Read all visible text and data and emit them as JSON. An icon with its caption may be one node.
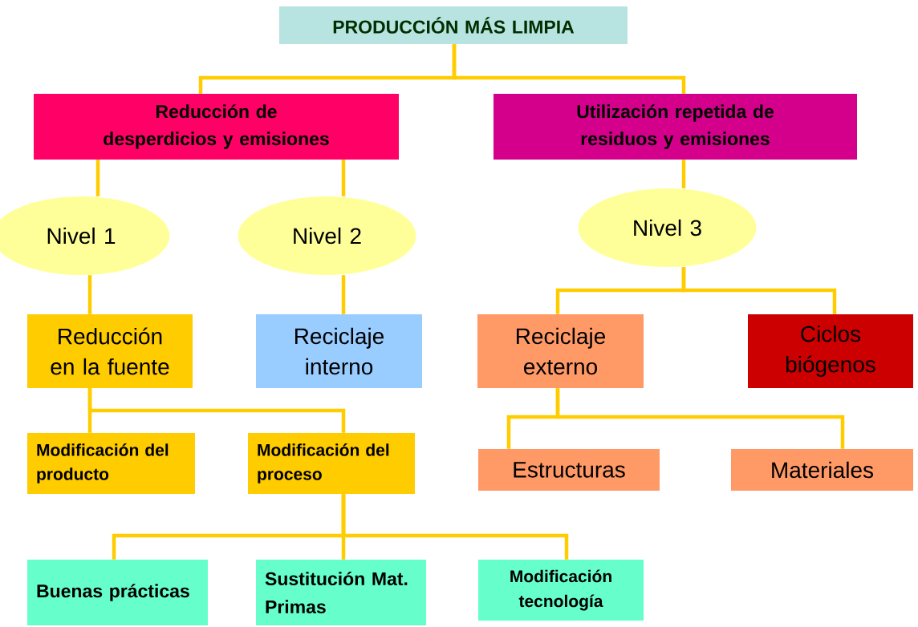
{
  "diagram": {
    "nodes": [
      {
        "text": [
          "PRODUCCIÓN MÁS LIMPIA"
        ]
      },
      {
        "text": [
          "Reducción de desperdicios y emisiones"
        ]
      },
      {
        "text": [
          "Utilización repetida de residuos y emisiones"
        ]
      },
      {
        "text": [
          "Nivel 1"
        ]
      },
      {
        "text": [
          "Nivel 2"
        ]
      },
      {
        "text": [
          "Nivel 3"
        ]
      },
      {
        "text": [
          "Reducción en la fuente"
        ]
      },
      {
        "text": [
          "Reciclaje interno"
        ]
      },
      {
        "text": [
          "Reciclaje externo"
        ]
      },
      {
        "text": [
          "Ciclos biógenos"
        ]
      },
      {
        "text": [
          "Modificación del producto"
        ]
      },
      {
        "text": [
          "Modificación del proceso"
        ]
      },
      {
        "text": [
          "Estructuras"
        ]
      },
      {
        "text": [
          "Materiales"
        ]
      },
      {
        "text": [
          "Buenas prácticas"
        ]
      },
      {
        "text": [
          "Sustitución Mat. Primas"
        ]
      },
      {
        "text": [
          "Modificación tecnología"
        ]
      }
    ],
    "edges": [
      {
        "from": 0,
        "to": 1,
        "arrow": "none"
      },
      {
        "from": 0,
        "to": 2,
        "arrow": "none"
      },
      {
        "from": 1,
        "to": 3,
        "arrow": "none"
      },
      {
        "from": 1,
        "to": 4,
        "arrow": "none"
      },
      {
        "from": 2,
        "to": 5,
        "arrow": "none"
      },
      {
        "from": 3,
        "to": 6,
        "arrow": "none"
      },
      {
        "from": 4,
        "to": 7,
        "arrow": "none"
      },
      {
        "from": 5,
        "to": 8,
        "arrow": "none"
      },
      {
        "from": 5,
        "to": 9,
        "arrow": "none"
      },
      {
        "from": 6,
        "to": 10,
        "arrow": "none"
      },
      {
        "from": 6,
        "to": 11,
        "arrow": "none"
      },
      {
        "from": 8,
        "to": 12,
        "arrow": "none"
      },
      {
        "from": 8,
        "to": 13,
        "arrow": "none"
      },
      {
        "from": 11,
        "to": 14,
        "arrow": "none"
      },
      {
        "from": 11,
        "to": 15,
        "arrow": "none"
      },
      {
        "from": 11,
        "to": 16,
        "arrow": "none"
      }
    ]
  }
}
